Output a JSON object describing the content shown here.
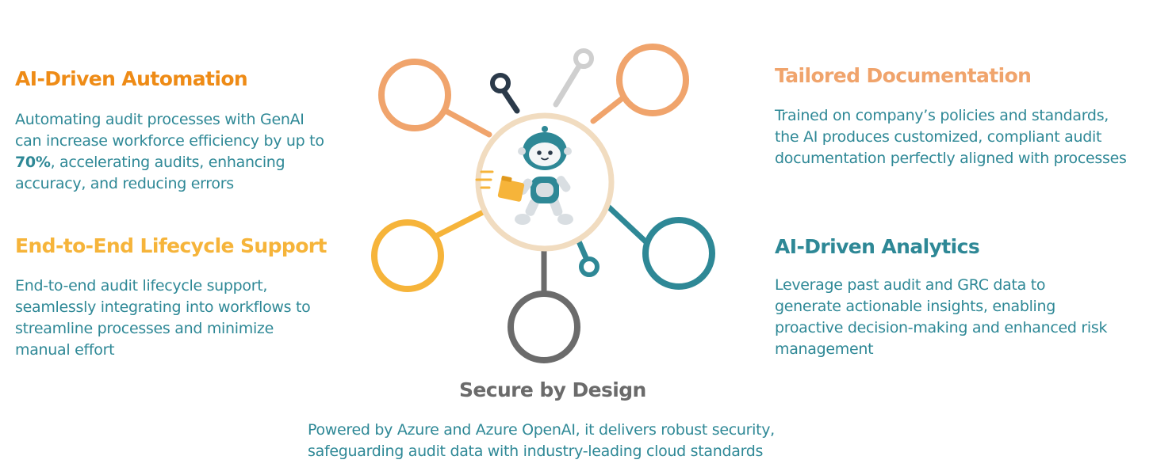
{
  "features": {
    "automation": {
      "title": "AI-Driven Automation",
      "lines": [
        "Automating audit processes with GenAI",
        "can increase workforce efficiency by up to"
      ],
      "highlight": "70%",
      "line3_rest": ", accelerating audits, enhancing",
      "line4": "accuracy, and reducing errors"
    },
    "lifecycle": {
      "title": "End-to-End Lifecycle Support",
      "lines": [
        "End-to-end audit lifecycle support,",
        "seamlessly integrating into workflows to",
        "streamline processes and minimize",
        "manual effort"
      ]
    },
    "documentation": {
      "title": "Tailored Documentation",
      "lines": [
        "Trained on company’s policies and standards,",
        "the AI produces customized, compliant audit",
        "documentation perfectly aligned with processes"
      ]
    },
    "analytics": {
      "title": "AI-Driven Analytics",
      "lines": [
        "Leverage past audit and GRC data to",
        "generate actionable insights, enabling",
        "proactive decision-making and enhanced risk",
        "management"
      ]
    },
    "security": {
      "title": "Secure by Design",
      "lines": [
        "Powered by Azure and Azure OpenAI, it delivers robust security,",
        "safeguarding audit data with industry-leading cloud standards"
      ]
    }
  },
  "colors": {
    "automation": "#ee8b16",
    "lifecycle": "#f6b43a",
    "documentation": "#f0a46c",
    "analytics": "#2e8896",
    "security": "#6b6b6b",
    "body_text": "#2e8896",
    "hub_ring": "#f1dcc0",
    "navy": "#2b3a4a",
    "light_gray": "#cfcfcf"
  },
  "hub": {
    "icon": "robot-mascot-icon"
  }
}
